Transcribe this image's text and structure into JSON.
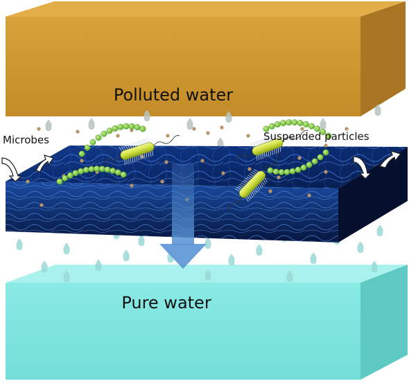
{
  "labels": {
    "polluted": "Polluted water",
    "pure": "Pure water",
    "microbes": "Microbes",
    "suspended": "Suspended particles"
  },
  "colors": {
    "polluted_front": "#d0982e",
    "polluted_top": "#e6b04a",
    "polluted_side": "#a87420",
    "pure_front": "#7fe5df",
    "pure_top": "#a8f1ec",
    "pure_side": "#5cc8c2",
    "membrane_top": "#0e2c70",
    "membrane_front": "#0a1e52",
    "bacteria_body": "#c8dd3a",
    "bacteria_chain": "#7ac943",
    "particle": "#b8946a",
    "droplet_dark": "#b6c2be",
    "droplet_light": "#9ad8d6",
    "arrow": "#4d86c8"
  }
}
